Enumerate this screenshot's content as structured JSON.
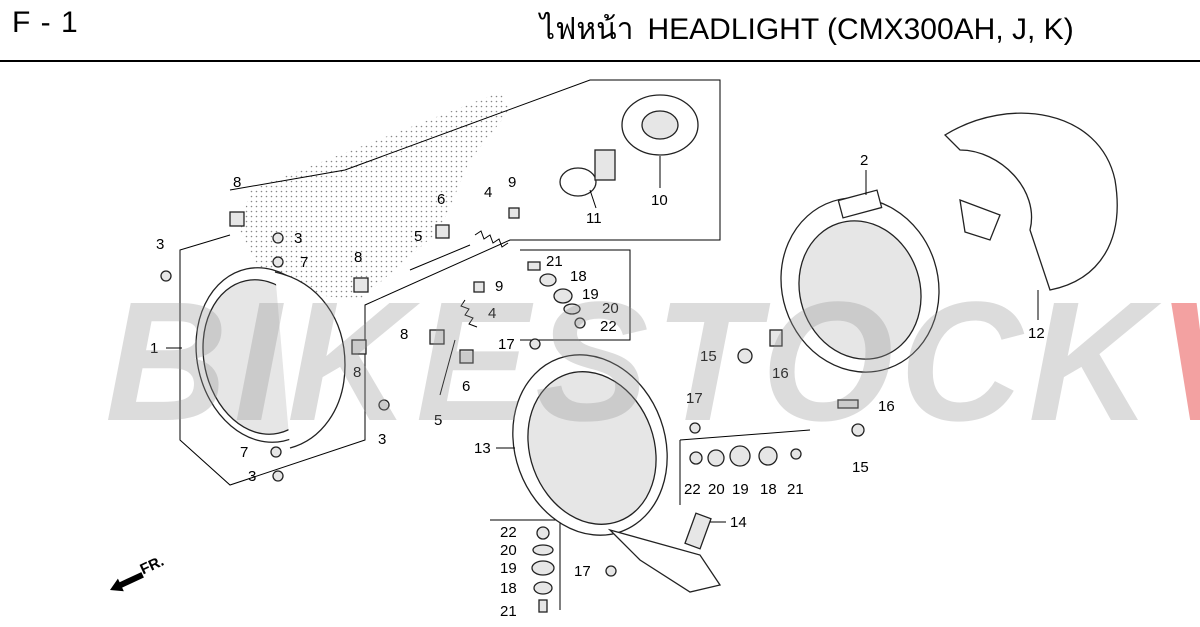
{
  "header": {
    "page_id": "F - 1",
    "title_th": "ไฟหน้า",
    "title_en": "HEADLIGHT (CMX300AH, J, K)"
  },
  "watermark": {
    "part1": "BIKESTOCK",
    "part2": "VN"
  },
  "direction": {
    "label": "FR."
  },
  "callouts": {
    "c1": "1",
    "c2": "2",
    "c3a": "3",
    "c3b": "3",
    "c3c": "3",
    "c3d": "3",
    "c4a": "4",
    "c4b": "4",
    "c5a": "5",
    "c5b": "5",
    "c6a": "6",
    "c6b": "6",
    "c7a": "7",
    "c7b": "7",
    "c8a": "8",
    "c8b": "8",
    "c8c": "8",
    "c9a": "9",
    "c9b": "9",
    "c10": "10",
    "c11": "11",
    "c12": "12",
    "c13": "13",
    "c14": "14",
    "c15a": "15",
    "c15b": "15",
    "c16a": "16",
    "c16b": "16",
    "c17a": "17",
    "c17b": "17",
    "c17c": "17",
    "c18a": "18",
    "c18b": "18",
    "c18c": "18",
    "c19a": "19",
    "c19b": "19",
    "c19c": "19",
    "c20a": "20",
    "c20b": "20",
    "c20c": "20",
    "c21a": "21",
    "c21b": "21",
    "c21c": "21",
    "c22a": "22",
    "c22b": "22",
    "c22c": "22"
  },
  "colors": {
    "watermark_gray": "#969696",
    "watermark_red": "#e11414",
    "line": "#000000"
  }
}
